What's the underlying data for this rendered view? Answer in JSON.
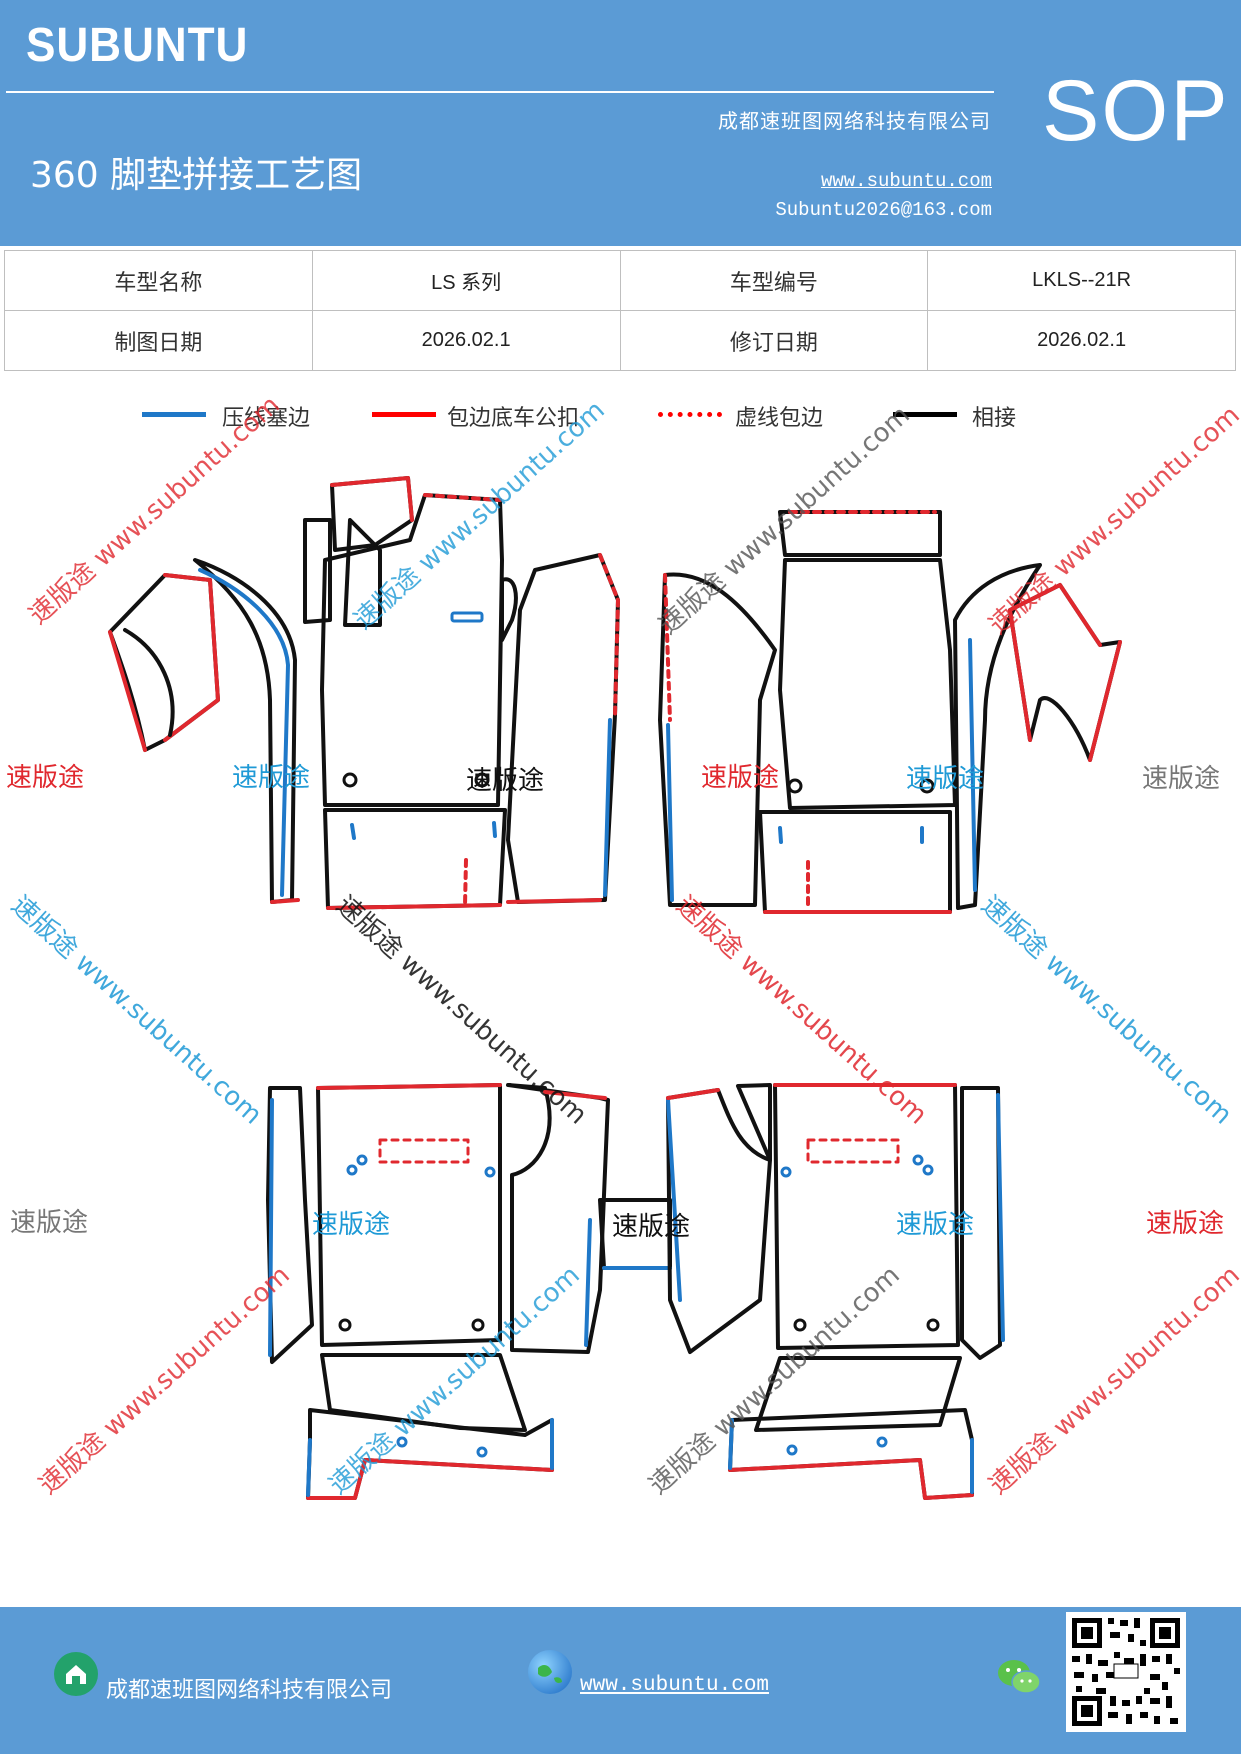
{
  "header": {
    "brand": "SUBUNTU",
    "title": "360 脚垫拼接工艺图",
    "company": "成都速班图网络科技有限公司",
    "website": "www.subuntu.com",
    "email": "Subuntu2026@163.com",
    "badge": "SOP"
  },
  "info_table": {
    "rows": [
      [
        "车型名称",
        "LS 系列",
        "车型编号",
        "LKLS--21R"
      ],
      [
        "制图日期",
        "2026.02.1",
        "修订日期",
        "2026.02.1"
      ]
    ]
  },
  "legend": [
    {
      "label": "压线塞边",
      "color": "#1f78c8",
      "style": "solid"
    },
    {
      "label": "包边底车公扣",
      "color": "#ff0000",
      "style": "solid"
    },
    {
      "label": "虚线包边",
      "color": "#ff0000",
      "style": "dotted"
    },
    {
      "label": "相接",
      "color": "#000000",
      "style": "solid"
    }
  ],
  "watermarks": {
    "short": "速版途",
    "long": "速版途 www.subuntu.com"
  },
  "colors": {
    "header_bg": "#5b9bd5",
    "blue_edge": "#1f78c8",
    "red_edge": "#e0282e",
    "outline": "#111111"
  },
  "footer": {
    "company": "成都速班图网络科技有限公司",
    "website": "www.subuntu.com",
    "icons": [
      "home-icon",
      "globe-icon",
      "wechat-icon",
      "qr-code"
    ]
  }
}
